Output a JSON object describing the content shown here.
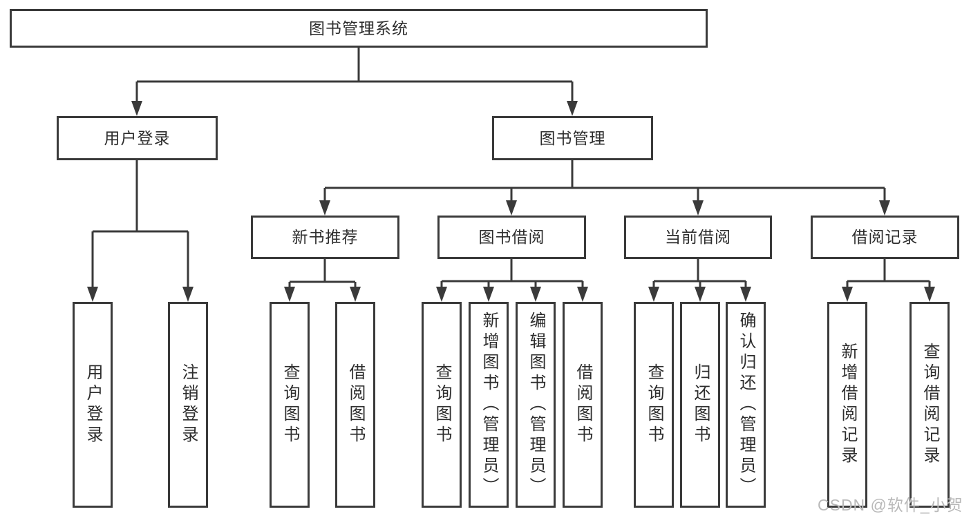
{
  "diagram": {
    "root": {
      "label": "图书管理系统",
      "children": [
        {
          "label": "用户登录",
          "children": [
            {
              "label": "用户登录"
            },
            {
              "label": "注销登录"
            }
          ]
        },
        {
          "label": "图书管理",
          "children": [
            {
              "label": "新书推荐",
              "children": [
                {
                  "label": "查询图书"
                },
                {
                  "label": "借阅图书"
                }
              ]
            },
            {
              "label": "图书借阅",
              "children": [
                {
                  "label": "查询图书"
                },
                {
                  "label": "新增图书（管理员）"
                },
                {
                  "label": "编辑图书（管理员）"
                },
                {
                  "label": "借阅图书"
                }
              ]
            },
            {
              "label": "当前借阅",
              "children": [
                {
                  "label": "查询图书"
                },
                {
                  "label": "归还图书"
                },
                {
                  "label": "确认归还（管理员）"
                }
              ]
            },
            {
              "label": "借阅记录",
              "children": [
                {
                  "label": "新增借阅记录"
                },
                {
                  "label": "查询借阅记录"
                }
              ]
            }
          ]
        }
      ]
    }
  },
  "watermark": {
    "text": "CSDN @软件_小贺同学",
    "color": "#b9b9b9"
  },
  "colors": {
    "line": "#3a3a3a",
    "node_border": "#3a3a3a",
    "node_text": "#2d2d2d",
    "background": "#ffffff"
  }
}
